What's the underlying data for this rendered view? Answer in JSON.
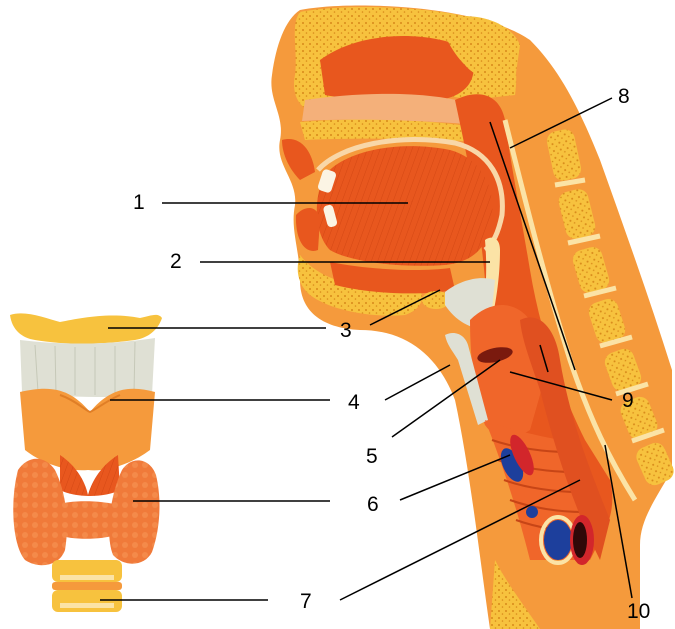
{
  "labels": [
    {
      "id": "1",
      "text": "1"
    },
    {
      "id": "2",
      "text": "2"
    },
    {
      "id": "3",
      "text": "3"
    },
    {
      "id": "4",
      "text": "4"
    },
    {
      "id": "5",
      "text": "5"
    },
    {
      "id": "6",
      "text": "6"
    },
    {
      "id": "7",
      "text": "7"
    },
    {
      "id": "8",
      "text": "8"
    },
    {
      "id": "9",
      "text": "9"
    },
    {
      "id": "10",
      "text": "10"
    }
  ],
  "colors": {
    "tissue": "#e8571e",
    "tissue_light": "#f59a3c",
    "bone": "#f7c23e",
    "bone_dot": "#d88a1a",
    "cartilage": "#fbe3a6",
    "ligament": "#dfe0d4",
    "airway": "#f0662a",
    "vessel_blue": "#1d3f9c",
    "vessel_red": "#d2262b",
    "line": "#000000"
  }
}
